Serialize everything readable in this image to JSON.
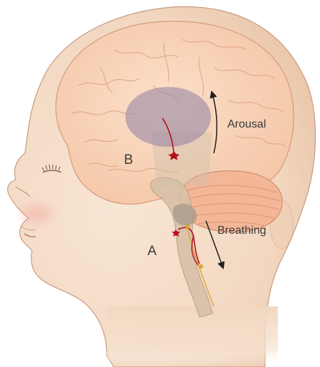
{
  "labels": {
    "region_b": "B",
    "region_a": "A",
    "arousal": "Arousal",
    "breathing": "Breathing"
  },
  "colors": {
    "skin": "#f4ddc8",
    "skin_shadow": "#e7c3a7",
    "brain": "#f7cfb1",
    "brain_fold": "#e4a98a",
    "cerebellum": "#f3b798",
    "highlight_region": "#9a86a3",
    "neuron": "#b3111f",
    "neuron_gold": "#d9a435",
    "arrow": "#1e1e1e"
  },
  "icons": {
    "arousal_arrow": "curved-arrow-up-icon",
    "breathing_arrow": "arrow-down-icon"
  }
}
